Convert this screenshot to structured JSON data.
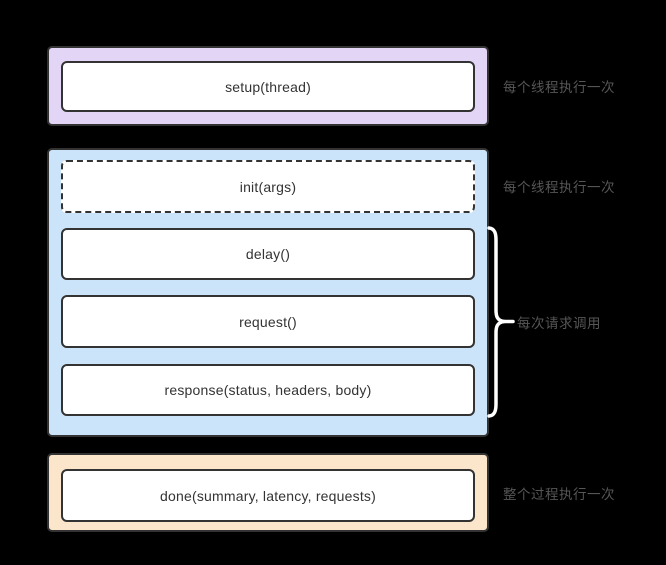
{
  "colors": {
    "background": "#000000",
    "purple_fill": "#e2d5f6",
    "blue_fill": "#cce4f9",
    "orange_fill": "#fbe5cb",
    "box_border": "#333333",
    "inner_box_fill": "#ffffff",
    "inner_box_text": "#333333",
    "annotation_text": "#565656",
    "brace_stroke": "#ffffff"
  },
  "groups": [
    {
      "id": "setup-stage",
      "boxes": [
        {
          "label": "setup(thread)",
          "border_style": "solid"
        }
      ],
      "annotation": "每个线程执行一次"
    },
    {
      "id": "request-cycle-stage",
      "boxes": [
        {
          "label": "init(args)",
          "border_style": "dashed"
        },
        {
          "label": "delay()",
          "border_style": "solid"
        },
        {
          "label": "request()",
          "border_style": "solid"
        },
        {
          "label": "response(status, headers, body)",
          "border_style": "solid"
        }
      ],
      "annotation_init": "每个线程执行一次",
      "annotation_brace": "每次请求调用"
    },
    {
      "id": "done-stage",
      "boxes": [
        {
          "label": "done(summary, latency, requests)",
          "border_style": "solid"
        }
      ],
      "annotation": "整个过程执行一次"
    }
  ]
}
